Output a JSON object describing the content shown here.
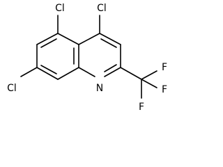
{
  "molecule": {
    "atoms": {
      "cl4": "Cl",
      "cl5": "Cl",
      "cl7": "Cl",
      "n1": "N",
      "f_top": "F",
      "f_right": "F",
      "f_bottom": "F"
    }
  }
}
